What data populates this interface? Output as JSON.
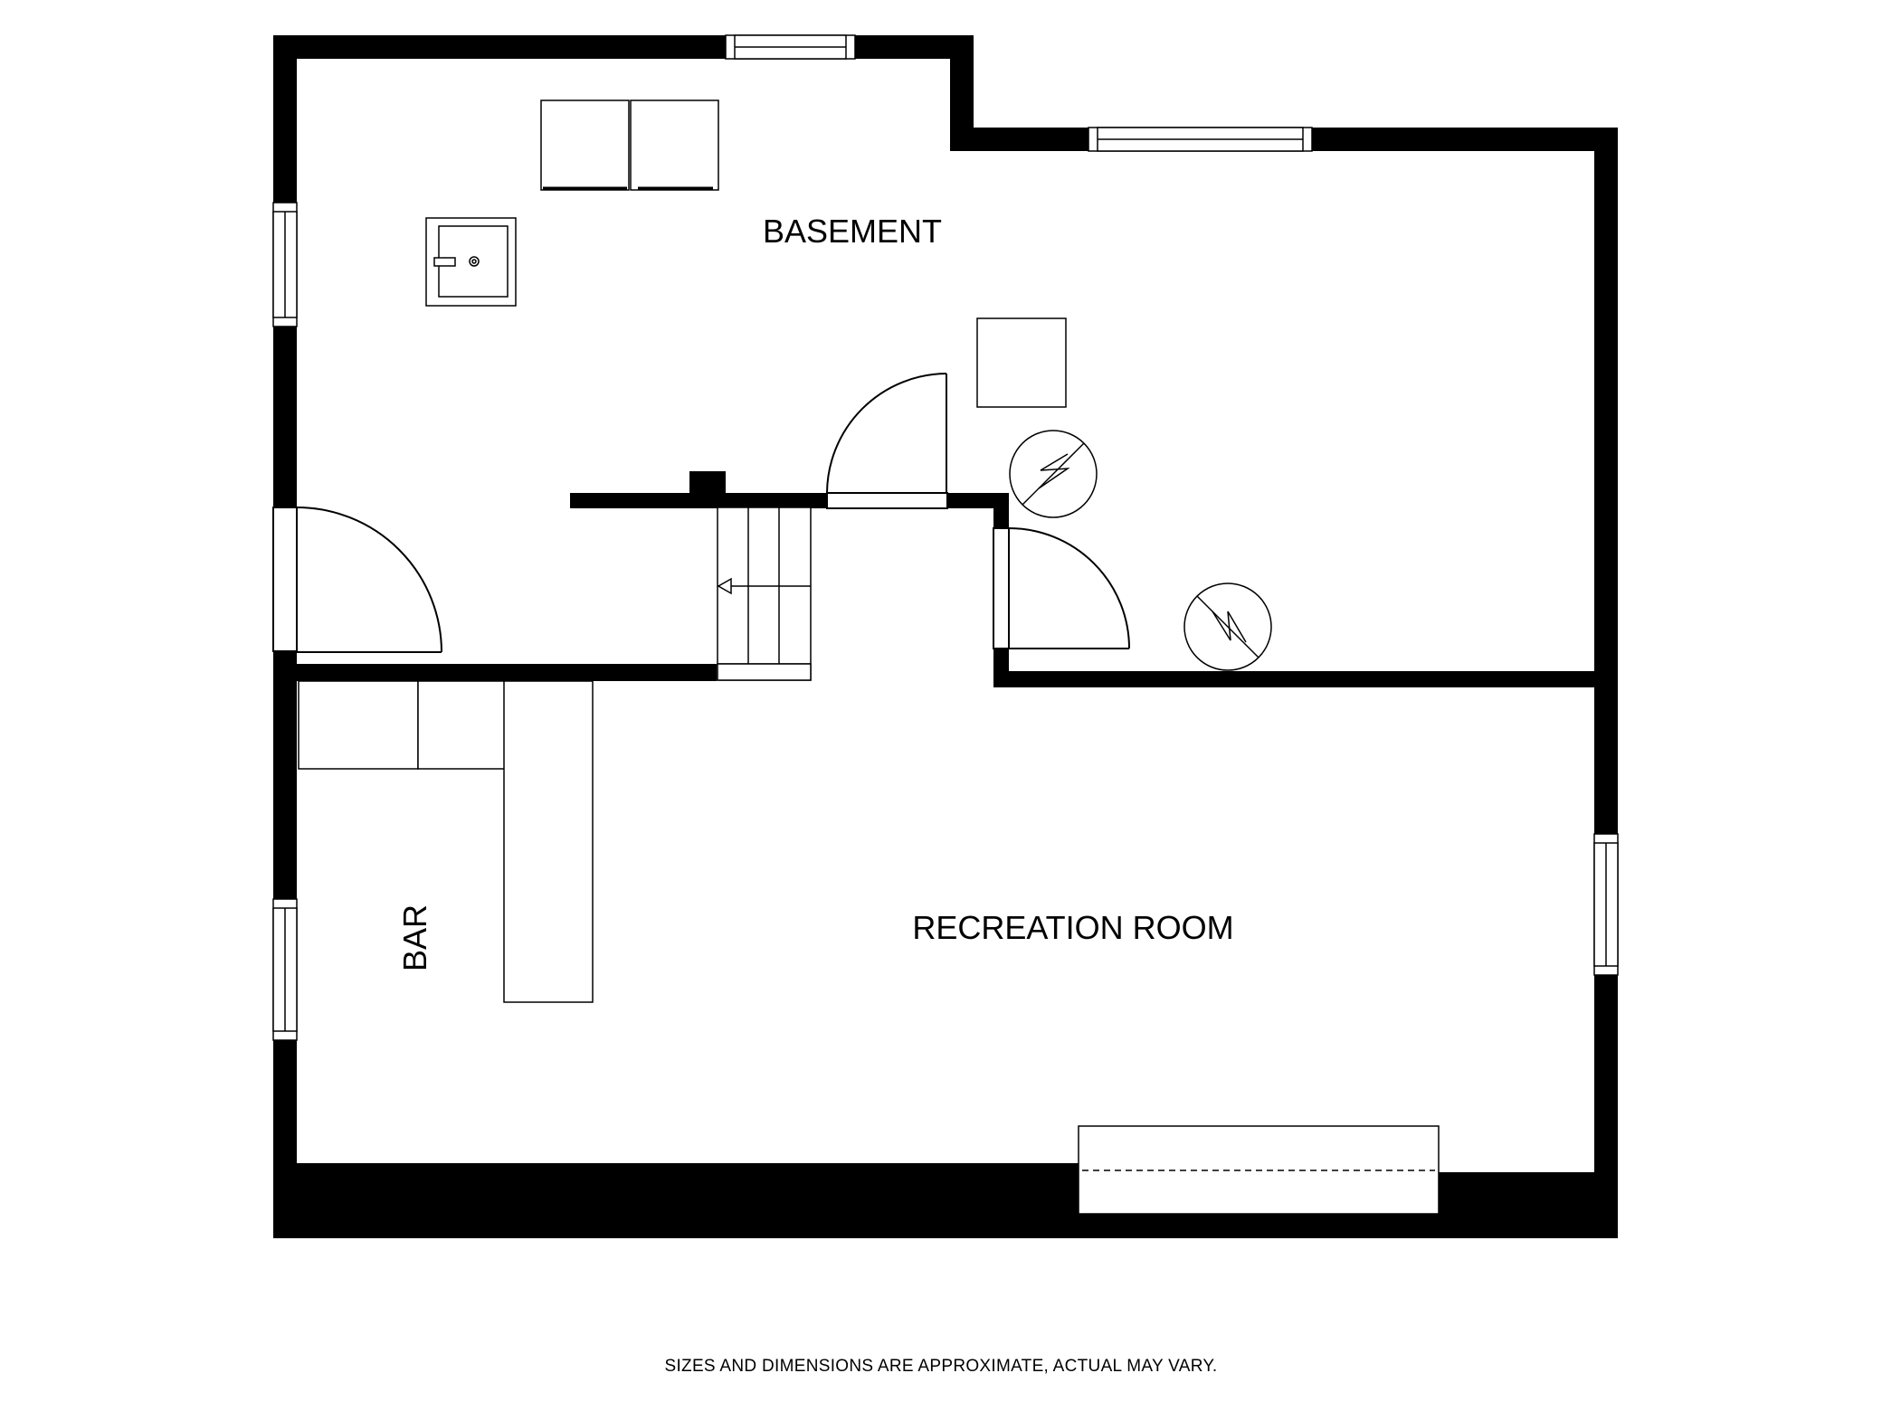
{
  "rooms": {
    "basement": "BASEMENT",
    "recreation_room": "RECREATION ROOM",
    "bar": "BAR"
  },
  "footer": {
    "note": "SIZES AND DIMENSIONS ARE APPROXIMATE, ACTUAL MAY VARY."
  },
  "colors": {
    "wall": "#000000",
    "background": "#ffffff"
  }
}
